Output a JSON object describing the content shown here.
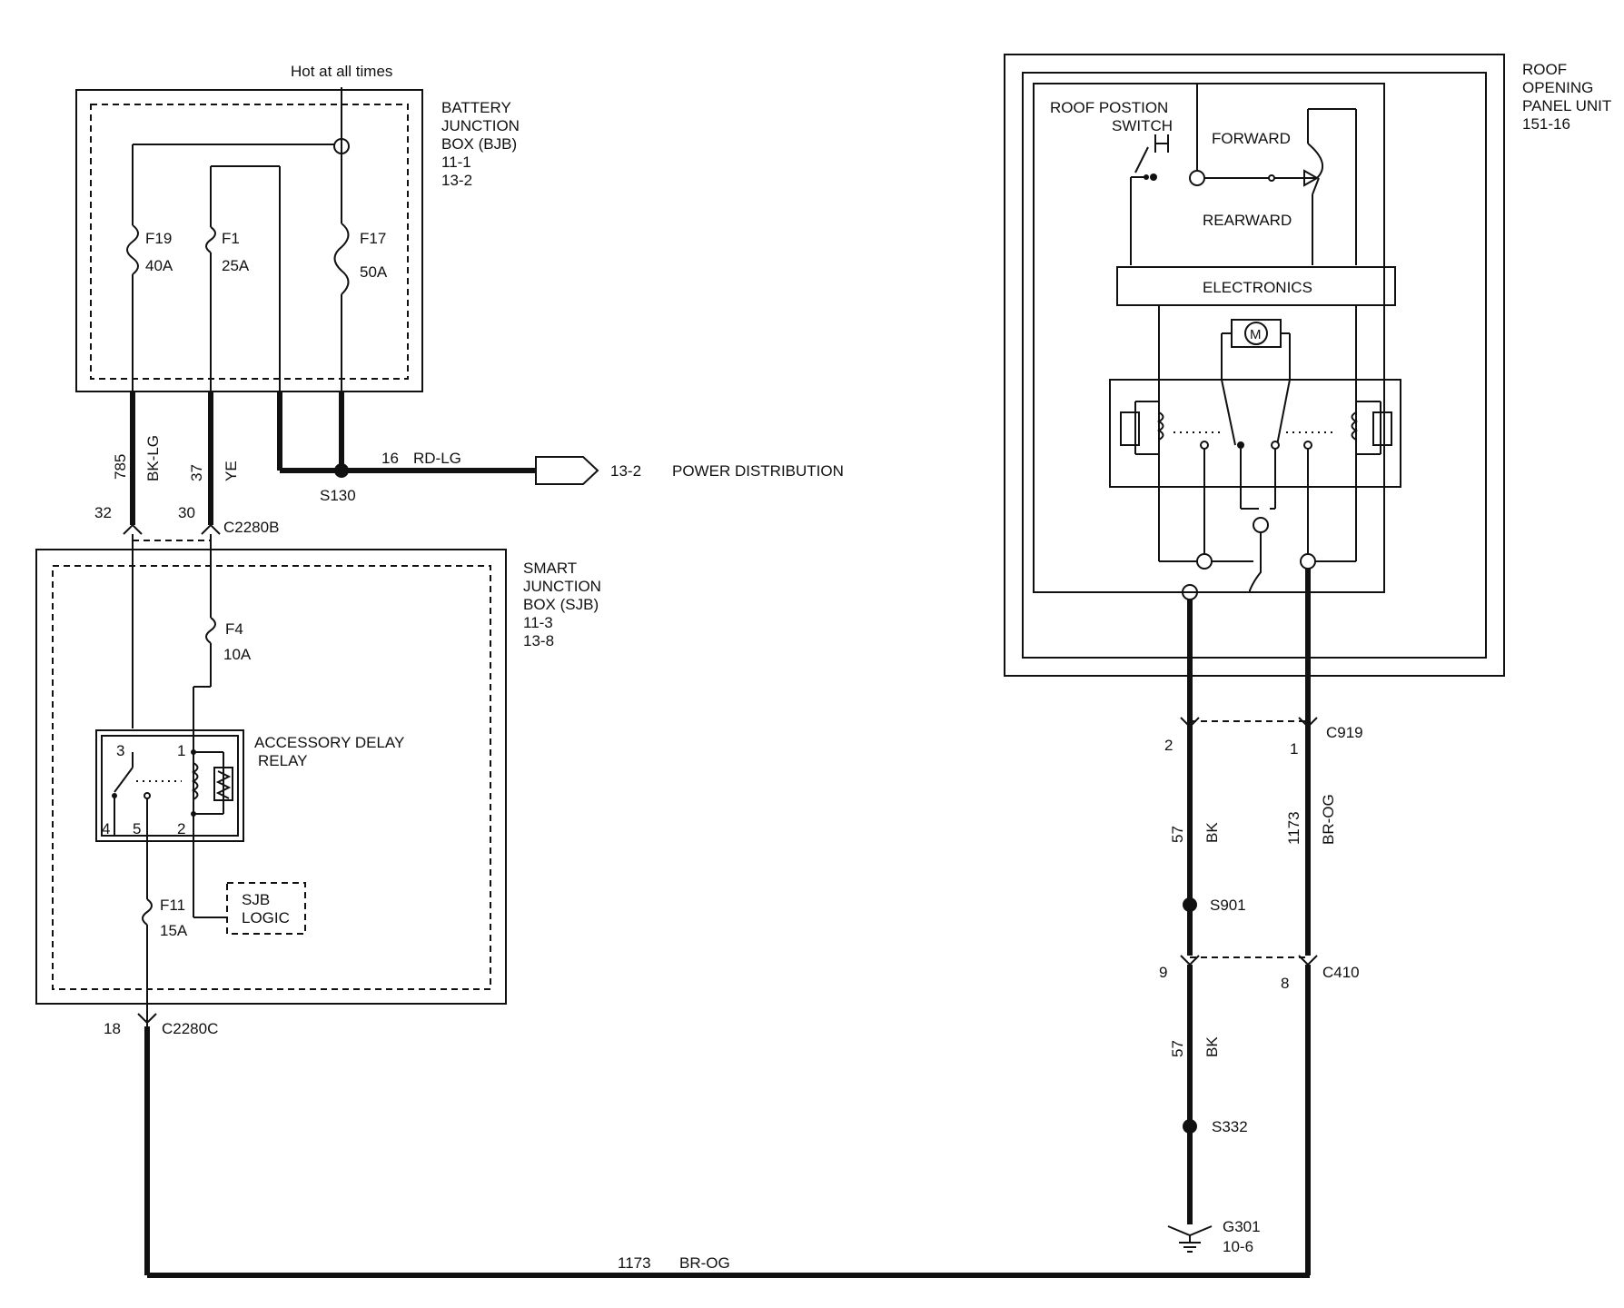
{
  "hot_label": "Hot at all times",
  "bjb": {
    "label": [
      "BATTERY",
      "JUNCTION",
      "BOX (BJB)",
      "11-1",
      "13-2"
    ],
    "fuses": [
      {
        "id": "F19",
        "rating": "40A"
      },
      {
        "id": "F1",
        "rating": "25A"
      },
      {
        "id": "F17",
        "rating": "50A"
      }
    ]
  },
  "splice_s130": "S130",
  "power_wire": {
    "circuit": "16",
    "color": "RD-LG",
    "ref": "13-2",
    "dest": "POWER DISTRIBUTION"
  },
  "wires_bjb_sjb": [
    {
      "circuit": "785",
      "color": "BK-LG",
      "pin": "32"
    },
    {
      "circuit": "37",
      "color": "YE",
      "pin": "30"
    }
  ],
  "connector_c2280b": "C2280B",
  "sjb": {
    "label": [
      "SMART",
      "JUNCTION",
      "BOX (SJB)",
      "11-3",
      "13-8"
    ],
    "fuses": [
      {
        "id": "F4",
        "rating": "10A"
      },
      {
        "id": "F11",
        "rating": "15A"
      }
    ],
    "relay": {
      "label": [
        "ACCESSORY DELAY",
        "RELAY"
      ],
      "pins": [
        "3",
        "1",
        "4",
        "5",
        "2"
      ]
    },
    "logic": [
      "SJB",
      "LOGIC"
    ]
  },
  "connector_c2280c": {
    "pin": "18",
    "id": "C2280C"
  },
  "bottom_wire": {
    "circuit": "1173",
    "color": "BR-OG"
  },
  "ropu": {
    "label": [
      "ROOF",
      "OPENING",
      "PANEL UNIT",
      "151-16"
    ],
    "switch_label": [
      "ROOF POSTION",
      "SWITCH"
    ],
    "forward": "FORWARD",
    "rearward": "REARWARD",
    "electronics": "ELECTRONICS",
    "motor": "M"
  },
  "c919": {
    "id": "C919",
    "pins": [
      "2",
      "1"
    ]
  },
  "right_wires": [
    {
      "circuit": "57",
      "color": "BK"
    },
    {
      "circuit": "1173",
      "color": "BR-OG"
    },
    {
      "circuit": "57",
      "color": "BK"
    }
  ],
  "splices": [
    "S901",
    "S332"
  ],
  "c410": {
    "id": "C410",
    "pins": [
      "9",
      "8"
    ]
  },
  "ground": {
    "id": "G301",
    "ref": "10-6"
  }
}
